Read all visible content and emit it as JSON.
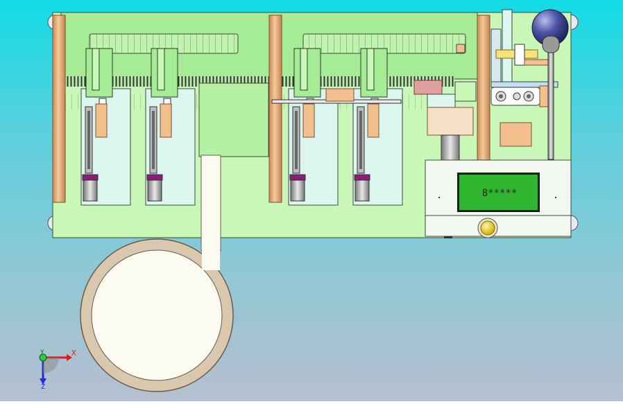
{
  "scene": {
    "name": "cad-assembly-top-view",
    "lcd_text": "8*****"
  },
  "triad": {
    "x_label": "X",
    "y_label": "Y",
    "z_label": "Z"
  },
  "colors": {
    "plate": "#c8f7b8",
    "plate_dark": "#a8e898",
    "frame_green": "#a6ec94",
    "wood": "#f2c08f",
    "wood_dark": "#b07a4a",
    "cavity": "#dbf6ee",
    "lcd_bg": "#2fb52f",
    "white_panel": "#f2f7f0",
    "pipe": "#fbfbf2",
    "pipe_border": "#6b5b46",
    "knob": "#e6ce1e",
    "ball": "#474e99",
    "plunger": "#8a1d78"
  }
}
